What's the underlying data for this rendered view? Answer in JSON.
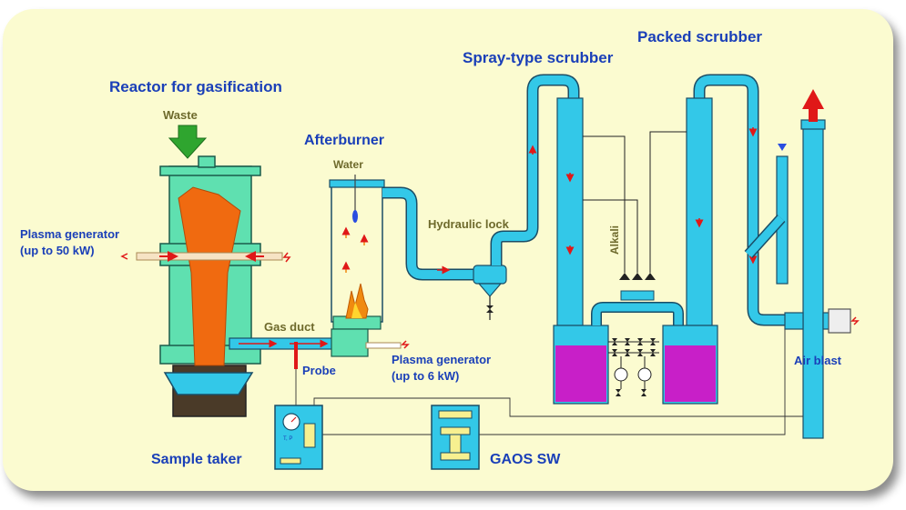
{
  "labels": {
    "reactor": "Reactor for gasification",
    "waste": "Waste",
    "plasma_big": "Plasma generator",
    "plasma_big_power": "(up to 50 kW)",
    "afterburner": "Afterburner",
    "water": "Water",
    "hydraulic_lock": "Hydraulic lock",
    "spray_scrubber": "Spray-type scrubber",
    "packed_scrubber": "Packed scrubber",
    "alkali": "Alkali",
    "gas_duct": "Gas duct",
    "probe": "Probe",
    "plasma_small": "Plasma generator",
    "plasma_small_power": "(up to 6 kW)",
    "air_blast": "Air blast",
    "sample_taker": "Sample taker",
    "gaos": "GAOS SW",
    "gauge": "T, P"
  },
  "colors": {
    "background": "#fbfbd0",
    "equipment": "#33c8e8",
    "reactor_body": "#5fe0b0",
    "waste_fill": "#f06a10",
    "liquid": "#c81fc8",
    "label_blue": "#1a3fb8",
    "label_olive": "#6e6a2c",
    "arrow_green": "#2fa52f",
    "arrow_red": "#e01818"
  }
}
